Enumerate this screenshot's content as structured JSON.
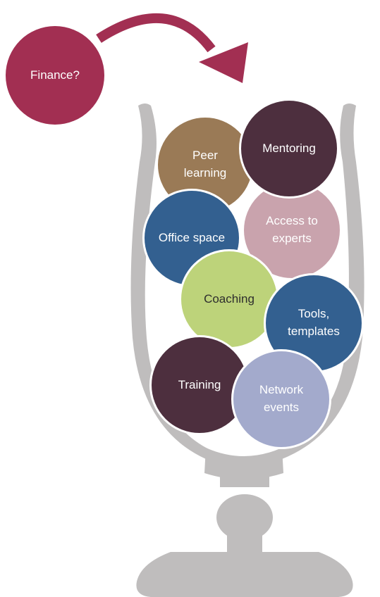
{
  "start_node": {
    "label": "Finance?",
    "color": "#a22f52"
  },
  "arrow": {
    "color": "#a22f52"
  },
  "glass": {
    "color": "#bfbdbd"
  },
  "nodes": [
    {
      "id": "peer-learning",
      "label": "Peer\nlearning",
      "color": "#9a7a56"
    },
    {
      "id": "mentoring",
      "label": "Mentoring",
      "color": "#4d2f3e"
    },
    {
      "id": "office-space",
      "label": "Office space",
      "color": "#336090"
    },
    {
      "id": "access-to-experts",
      "label": "Access to\nexperts",
      "color": "#c9a3ad"
    },
    {
      "id": "coaching",
      "label": "Coaching",
      "color": "#bdd37a"
    },
    {
      "id": "tools-templates",
      "label": "Tools,\ntemplates",
      "color": "#336090"
    },
    {
      "id": "training",
      "label": "Training",
      "color": "#4d2f3e"
    },
    {
      "id": "network-events",
      "label": "Network\nevents",
      "color": "#a3aacc"
    }
  ]
}
